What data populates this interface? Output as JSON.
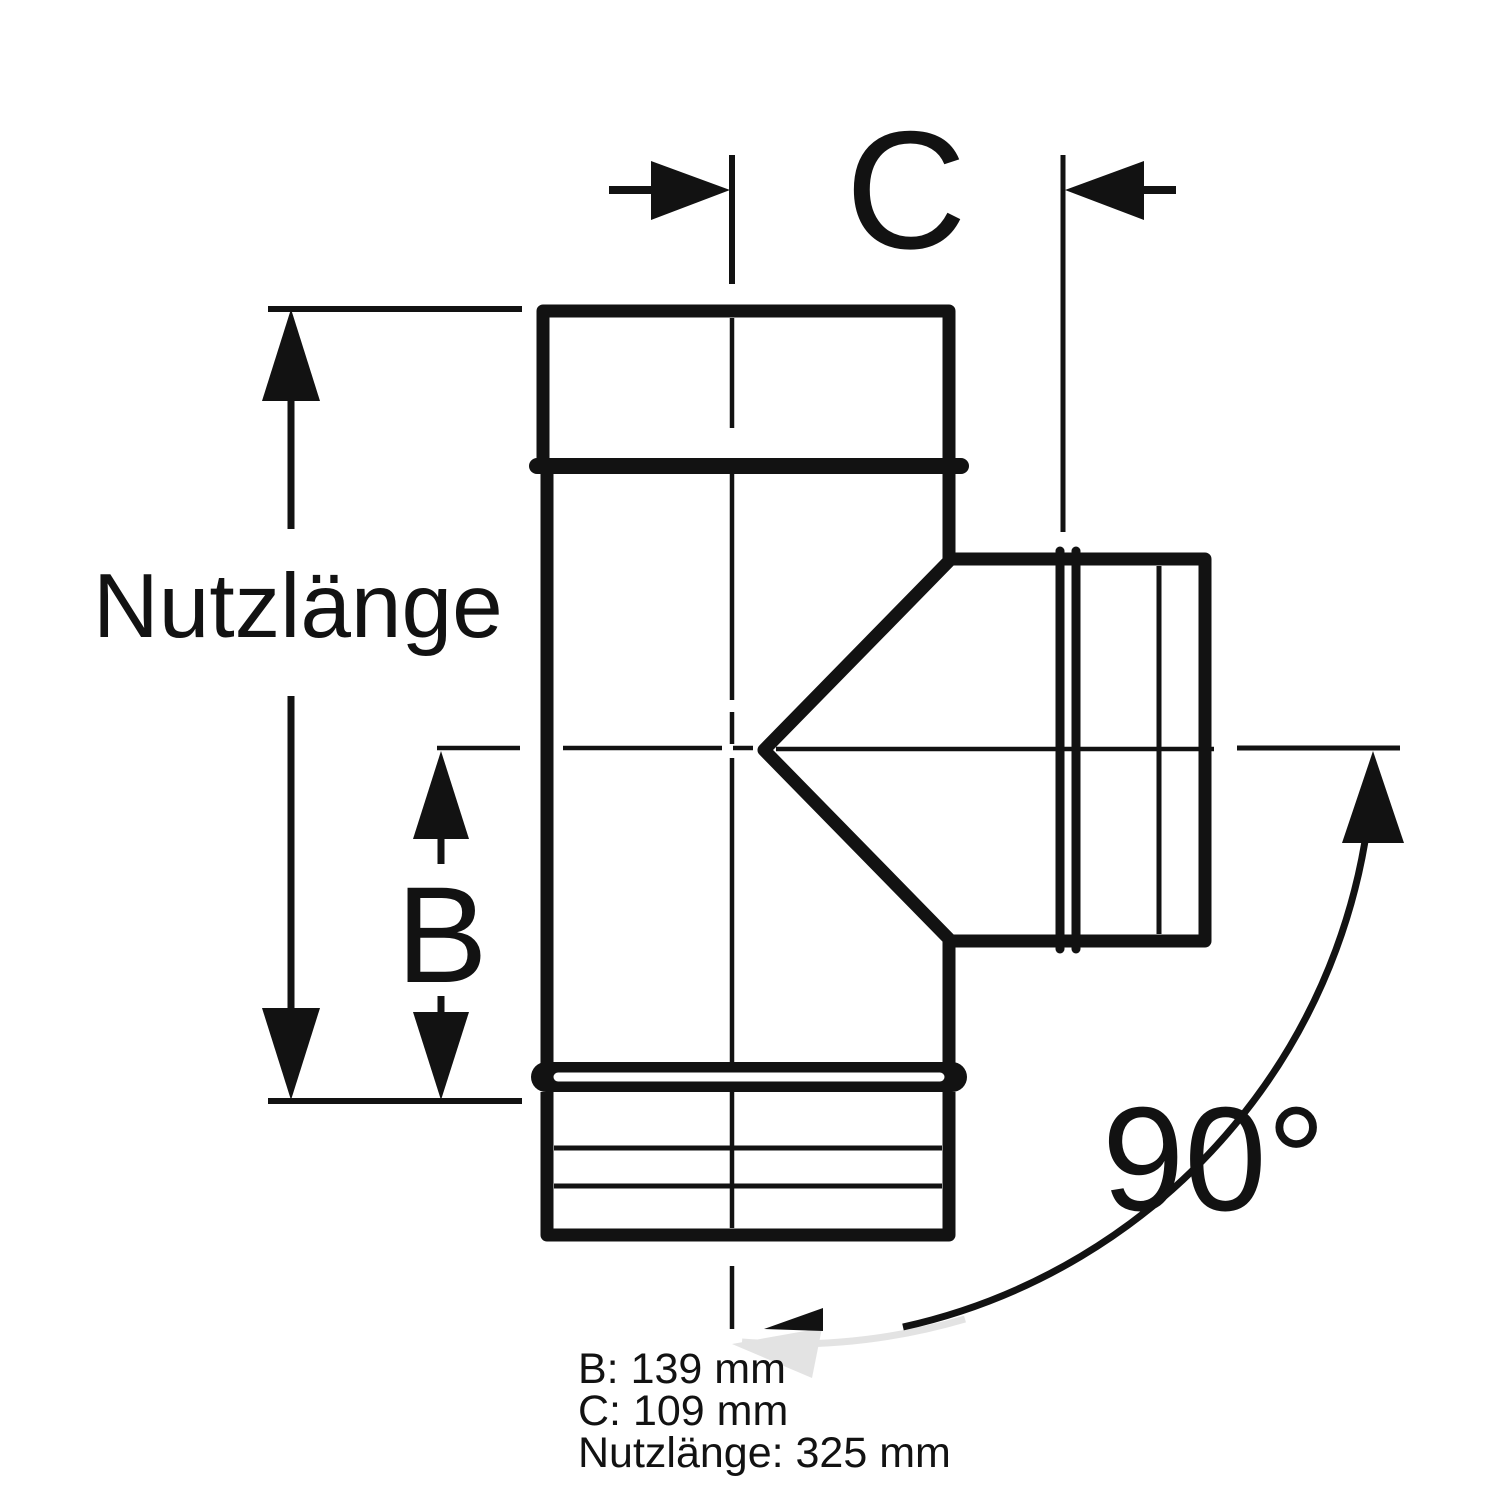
{
  "drawing": {
    "type_hint": "tee-pipe-technical-drawing",
    "labels": {
      "c": "C",
      "b": "B",
      "nutzlaenge": "Nutzlänge",
      "angle": "90°"
    },
    "legend": {
      "line_b": "B: 139 mm",
      "line_c": "C: 109 mm",
      "line_nutzlaenge": "Nutzlänge: 325 mm"
    },
    "dimensions_mm": {
      "b": 139,
      "c": 109,
      "nutzlaenge": 325,
      "branch_angle_deg": 90
    },
    "colors": {
      "background": "#ffffff",
      "line": "#121212",
      "ghost": "#e3e3e3"
    }
  }
}
